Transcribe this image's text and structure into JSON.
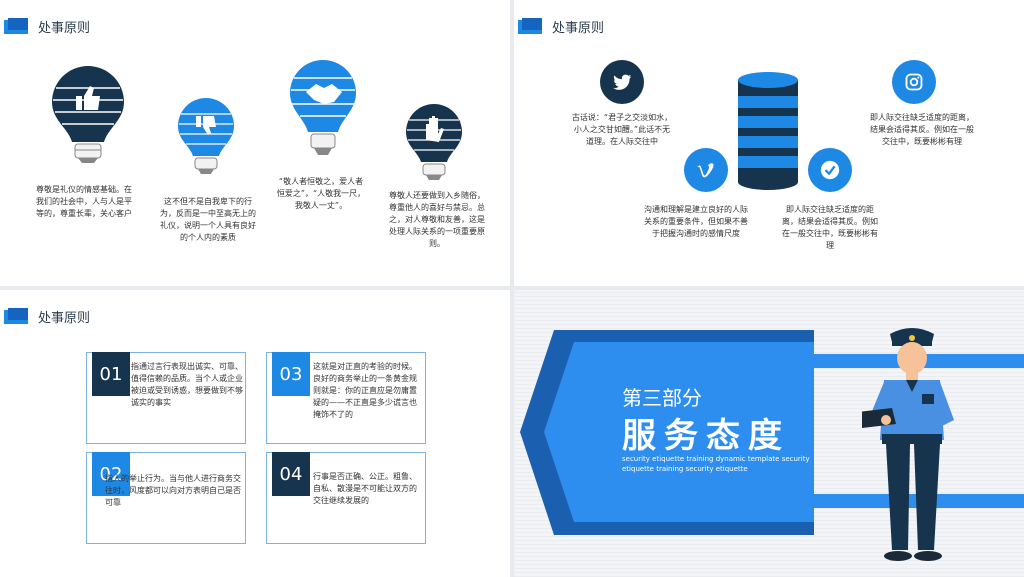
{
  "panel1": {
    "title": "处事原则",
    "texts": [
      "尊敬是礼仪的情感基础。在我们的社会中，人与人是平等的，尊重长辈，关心客户",
      "这不但不是自我卑下的行为，反而是一中至高无上的礼仪，说明一个人具有良好的个人内的素质",
      "“敬人者恒敬之，爱人者恒爱之”，“人敬我一尺，我敬人一丈”。",
      "尊敬人还要做到入乡随俗，尊重他人的喜好与禁忌。总之，对人尊敬和友善，这是处理人际关系的一项重要原则。"
    ],
    "icons": [
      "thumbs-up-icon",
      "thumbs-down-icon",
      "handshake-icon",
      "palm-icon"
    ]
  },
  "panel2": {
    "title": "处事原则",
    "texts": {
      "tl": "古话说：“君子之交淡如水，小人之交甘如醴。”此话不无道理。在人际交往中",
      "bl": "沟通和理解是建立良好的人际关系的重要条件，但如果不善于把握沟通时的感情尺度",
      "tr": "即人际交往缺乏适度的距离，结果会适得其反。例如在一般交往中，既要彬彬有理",
      "br": "即人际交往缺乏适度的距离，结果会适得其反。例如在一般交往中，既要彬彬有理"
    },
    "icons": [
      "twitter-icon",
      "vimeo-icon",
      "check-icon",
      "instagram-icon",
      "database-icon"
    ]
  },
  "panel3": {
    "title": "处事原则",
    "cards": [
      {
        "num": "01",
        "text": "指通过言行表现出诚实、可靠、值得信赖的品质。当个人或企业被迫或受到诱惑，想要做到不够诚实的事实"
      },
      {
        "num": "02",
        "text": "指人的举止行为。当与他人进行商务交往时，风度都可以向对方表明自己是否可靠"
      },
      {
        "num": "03",
        "text": "这就是对正直的考验的时候。良好的商务举止的一条黄金规则就是：你的正直应是勿庸置疑的——不正直是多少谎言也掩饰不了的"
      },
      {
        "num": "04",
        "text": "行事是否正确、公正。粗鲁、自私、散漫是不可能让双方的交往继续发展的"
      }
    ]
  },
  "panel4": {
    "subtitle": "第三部分",
    "title": "服务态度",
    "english": "security etiquette training dynamic template security etiquette training security etiquette"
  },
  "colors": {
    "navy": "#17344f",
    "blue": "#1e88e5",
    "accent": "#1a73d9"
  }
}
